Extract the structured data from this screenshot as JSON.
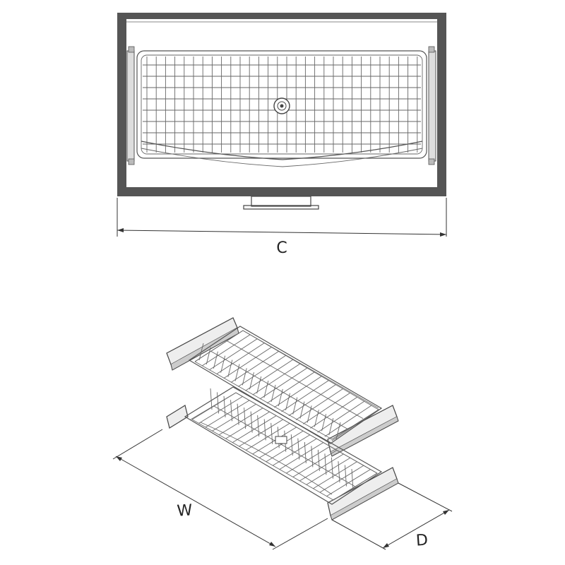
{
  "dimensions": {
    "cabinet_width_label": "C",
    "basket_width_label": "W",
    "basket_depth_label": "D"
  },
  "colors": {
    "cabinet_wall": "#555555",
    "line": "#333333",
    "background": "#ffffff"
  }
}
